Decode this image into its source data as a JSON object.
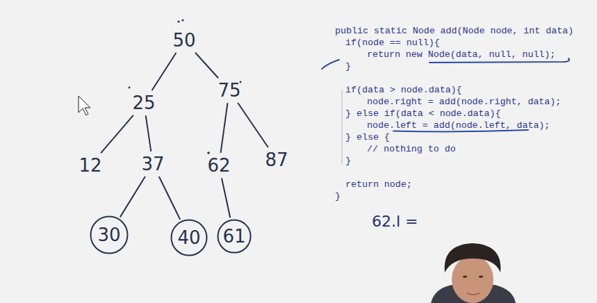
{
  "diagram": {
    "nodes": [
      {
        "text": [
          "50"
        ]
      },
      {
        "text": [
          "25"
        ]
      },
      {
        "text": [
          "75"
        ]
      },
      {
        "text": [
          "12"
        ]
      },
      {
        "text": [
          "37"
        ]
      },
      {
        "text": [
          "62"
        ]
      },
      {
        "text": [
          "87"
        ]
      },
      {
        "text": [
          "30"
        ]
      },
      {
        "text": [
          "40"
        ]
      },
      {
        "text": [
          "61"
        ]
      }
    ],
    "edges": [
      {
        "from": 0,
        "to": 1,
        "arrow": "none"
      },
      {
        "from": 0,
        "to": 2,
        "arrow": "none"
      },
      {
        "from": 1,
        "to": 3,
        "arrow": "none"
      },
      {
        "from": 1,
        "to": 4,
        "arrow": "none"
      },
      {
        "from": 2,
        "to": 5,
        "arrow": "none"
      },
      {
        "from": 2,
        "to": 6,
        "arrow": "none"
      },
      {
        "from": 4,
        "to": 7,
        "arrow": "none"
      },
      {
        "from": 4,
        "to": 8,
        "arrow": "none"
      },
      {
        "from": 5,
        "to": 9,
        "arrow": "none"
      }
    ],
    "labels": [
      "public static Node add(Node node, int data)",
      "if(node == null){",
      "return new Node(data, null, null);",
      "}",
      "if(data > node.data){",
      "node.right = add(node.right, data);",
      "} else if(data < node.data){",
      "node.left = add(node.left, data);",
      "} else {",
      "// nothing to do",
      "}",
      "return node;",
      "}",
      "62.l ="
    ]
  }
}
